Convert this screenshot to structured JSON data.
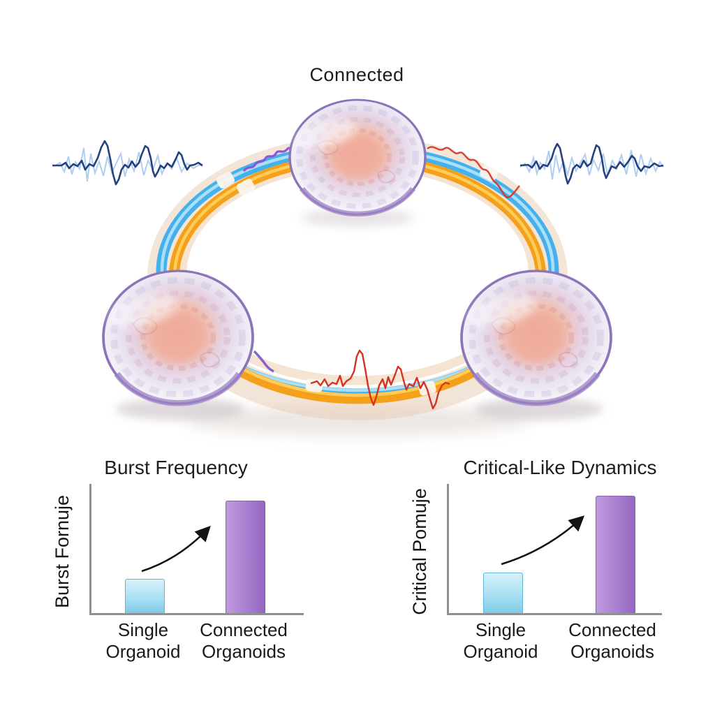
{
  "header": {
    "title": "Connected"
  },
  "diagram": {
    "description": "Three organoids joined in a ring of tubes with activity traces",
    "icons": [
      "eeg-waveform-left",
      "eeg-waveform-right",
      "red-activity-trace-bottom",
      "purple-squiggle-connector",
      "red-squiggle-connector",
      "connection-ring-tubes"
    ],
    "colors": {
      "tube_orange": "#F5A01B",
      "tube_orange_highlight": "#FFD061",
      "tube_blue": "#45B1EC",
      "tube_blue_highlight": "#BCE8FB",
      "tube_sheath_tan": "#E8CCB2",
      "tube_cream": "#F3E3CF",
      "organoid_rim": "#8B74B8",
      "organoid_body": "#EAE3F2",
      "organoid_core": "#F0A898",
      "waveform_dark_blue": "#24427E",
      "waveform_light_blue": "#A6C9EE",
      "signal_red": "#D63222",
      "squiggle_purple": "#8A4FD6"
    }
  },
  "chart_data": [
    {
      "type": "bar",
      "title": "Burst Frequency",
      "ylabel": "Burst Fornuje",
      "xlabel": "",
      "categories": [
        "Single Organoid",
        "Connected Organoids"
      ],
      "values": [
        1,
        3.3
      ],
      "ylim": [
        0,
        3.8
      ],
      "grid": false,
      "numeric_axis_labels": false,
      "annotation": "curved upward arrow from first bar to second bar",
      "bar_fills": [
        {
          "css": "linear-gradient(180deg,#D7F1FA 0%,#A9E0F4 55%,#7FCBE9 100%)",
          "border": "#5FB6D8"
        },
        {
          "css": "linear-gradient(90deg,#C09ADF 0%,#A87FD0 55%,#9566C0 100%)",
          "border": "#8460AE"
        }
      ]
    },
    {
      "type": "bar",
      "title": "Critical-Like Dynamics",
      "ylabel": "Critical Pomuje",
      "xlabel": "",
      "categories": [
        "Single Organoid",
        "Connected Organoids"
      ],
      "values": [
        1,
        2.9
      ],
      "ylim": [
        0,
        3.2
      ],
      "grid": false,
      "numeric_axis_labels": false,
      "annotation": "curved upward arrow from first bar to second bar",
      "bar_fills": [
        {
          "css": "linear-gradient(180deg,#D7F1FA 0%,#A9E0F4 55%,#7FCBE9 100%)",
          "border": "#5FB6D8"
        },
        {
          "css": "linear-gradient(90deg,#C09ADF 0%,#A87FD0 55%,#9566C0 100%)",
          "border": "#8460AE"
        }
      ]
    }
  ]
}
